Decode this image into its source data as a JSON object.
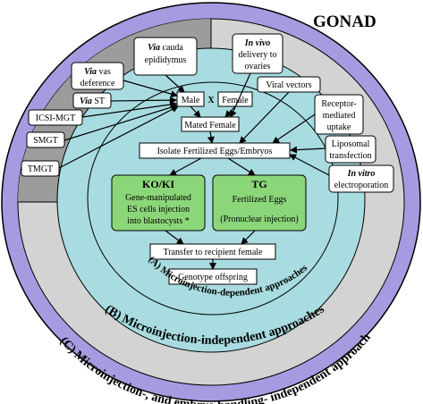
{
  "colors": {
    "outer_ring": "#a89ae0",
    "gray_band": "#d3d3d3",
    "dark_gray_sector": "#9c9c9c",
    "inner_circle": "#a8dce0",
    "green_box": "#8cd67a",
    "box_fill": "#ffffff",
    "text": "#000000"
  },
  "title": "GONAD",
  "ring_labels": {
    "a": "(A) Microinjection-dependent approaches",
    "b": "(B) Microinjection-independent approaches",
    "c": "(C) Microinjection-, and embryo handling- independent approach"
  },
  "left_methods": {
    "via_cauda": [
      "Via",
      " cauda",
      "epididymus"
    ],
    "via_vas": [
      "Via",
      " vas",
      "deference"
    ],
    "via_st": [
      "Via",
      " ST"
    ],
    "icsi": "ICSI-MGT",
    "smgt": "SMGT",
    "tmgt": "TMGT"
  },
  "right_methods": {
    "in_vivo": [
      "In vivo",
      "delivery to",
      "ovaries"
    ],
    "viral": "Viral vectors",
    "receptor": [
      "Receptor-",
      "mediated",
      "uptake"
    ],
    "liposomal": [
      "Liposomal",
      "transfection"
    ],
    "in_vitro": [
      "In vitro",
      "electroporation"
    ]
  },
  "flow": {
    "male": "Male",
    "x": "X",
    "female": "Female",
    "mated": "Mated Female",
    "isolate": "Isolate Fertilized Eggs/Embryos",
    "transfer": "Transfer to recipient female",
    "genotype": "Genotype offspring"
  },
  "green_boxes": {
    "kоki_title": "KO/KI",
    "koki_lines": [
      "Gene-manipulated",
      "ES cells injection",
      "into blastocysts *"
    ],
    "tg_title": "TG",
    "tg_line1": "Fertilized Eggs",
    "tg_line2": "(Pronuclear injection)"
  }
}
